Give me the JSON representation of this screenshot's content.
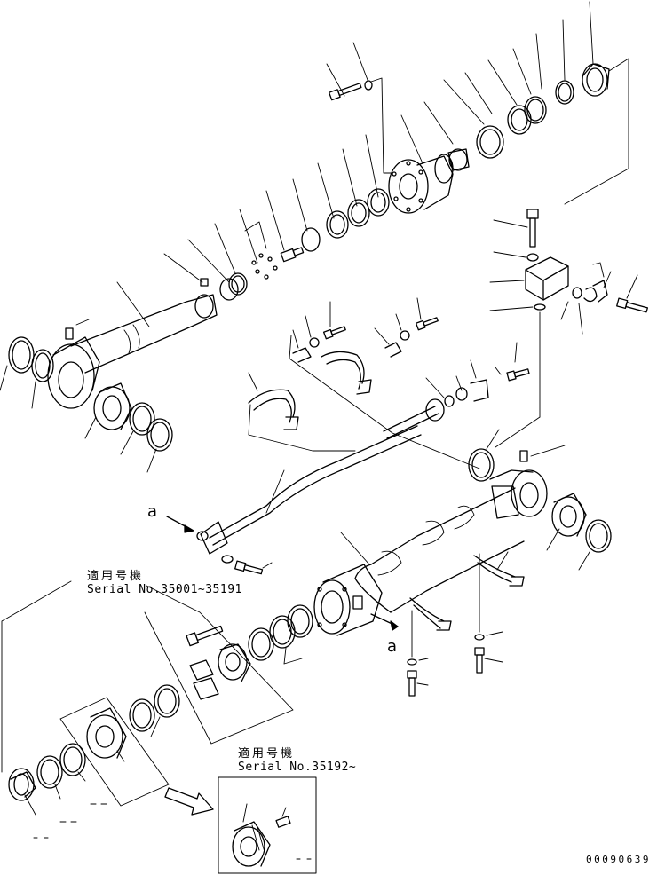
{
  "labels": {
    "applicable_1": "適用号機",
    "serial_1": "Serial No.35001~35191",
    "applicable_2": "適用号機",
    "serial_2": "Serial No.35192~",
    "callout_a_left": "a",
    "callout_a_right": "a",
    "document_number": "00090639"
  }
}
